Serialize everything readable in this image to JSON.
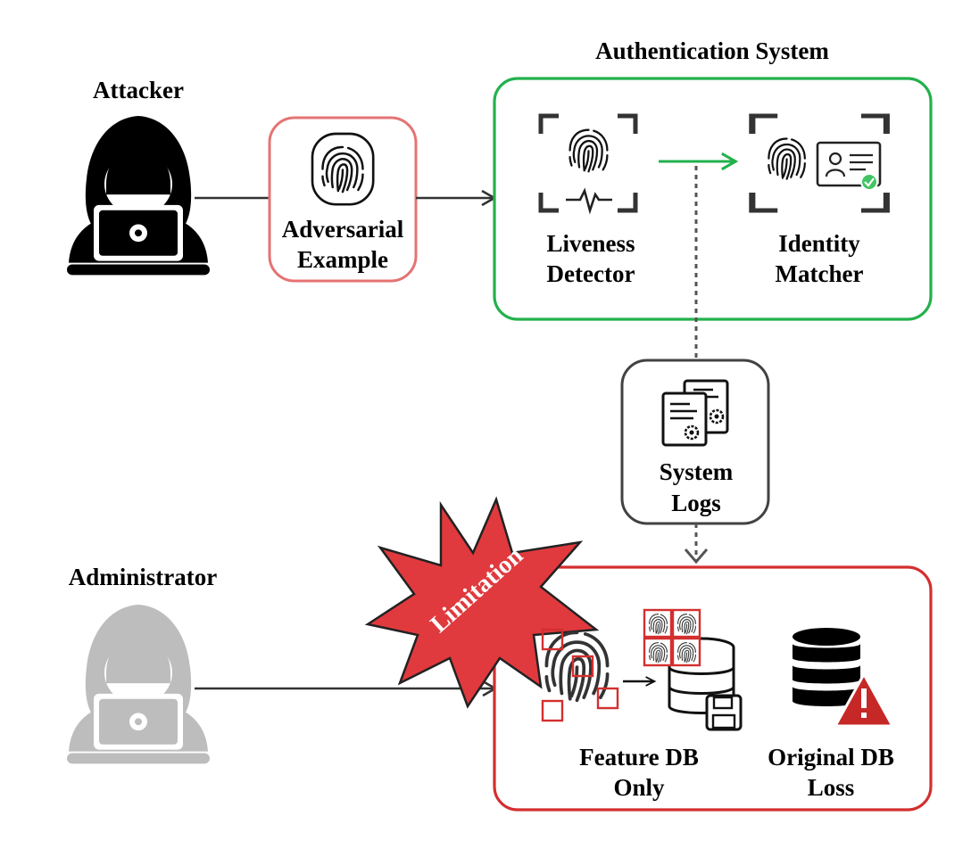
{
  "actors": {
    "attacker": {
      "label": "Attacker",
      "icon": "hacker-laptop-icon",
      "color": "#000000"
    },
    "administrator": {
      "label": "Administrator",
      "icon": "hacker-laptop-icon",
      "color": "#bdbdbd"
    }
  },
  "adversarial_example": {
    "line1": "Adversarial",
    "line2": "Example",
    "icon": "fingerprint-icon",
    "border_color": "#e57373"
  },
  "auth_system": {
    "title": "Authentication System",
    "border_color": "#22b14c",
    "liveness": {
      "line1": "Liveness",
      "line2": "Detector",
      "icon": "fingerprint-liveness-icon"
    },
    "identity": {
      "line1": "Identity",
      "line2": "Matcher",
      "icon": "id-card-match-icon"
    }
  },
  "system_logs": {
    "line1": "System",
    "line2": "Logs",
    "icon": "log-documents-gear-icon",
    "border_color": "#424242"
  },
  "limitation": {
    "label": "Limitation",
    "fill_color": "#e03a3e",
    "feature_db": {
      "line1": "Feature DB",
      "line2": "Only",
      "icon": "feature-database-icon"
    },
    "original_db": {
      "line1": "Original DB",
      "line2": "Loss",
      "icon": "database-warning-icon"
    },
    "border_color": "#d32f2f"
  }
}
